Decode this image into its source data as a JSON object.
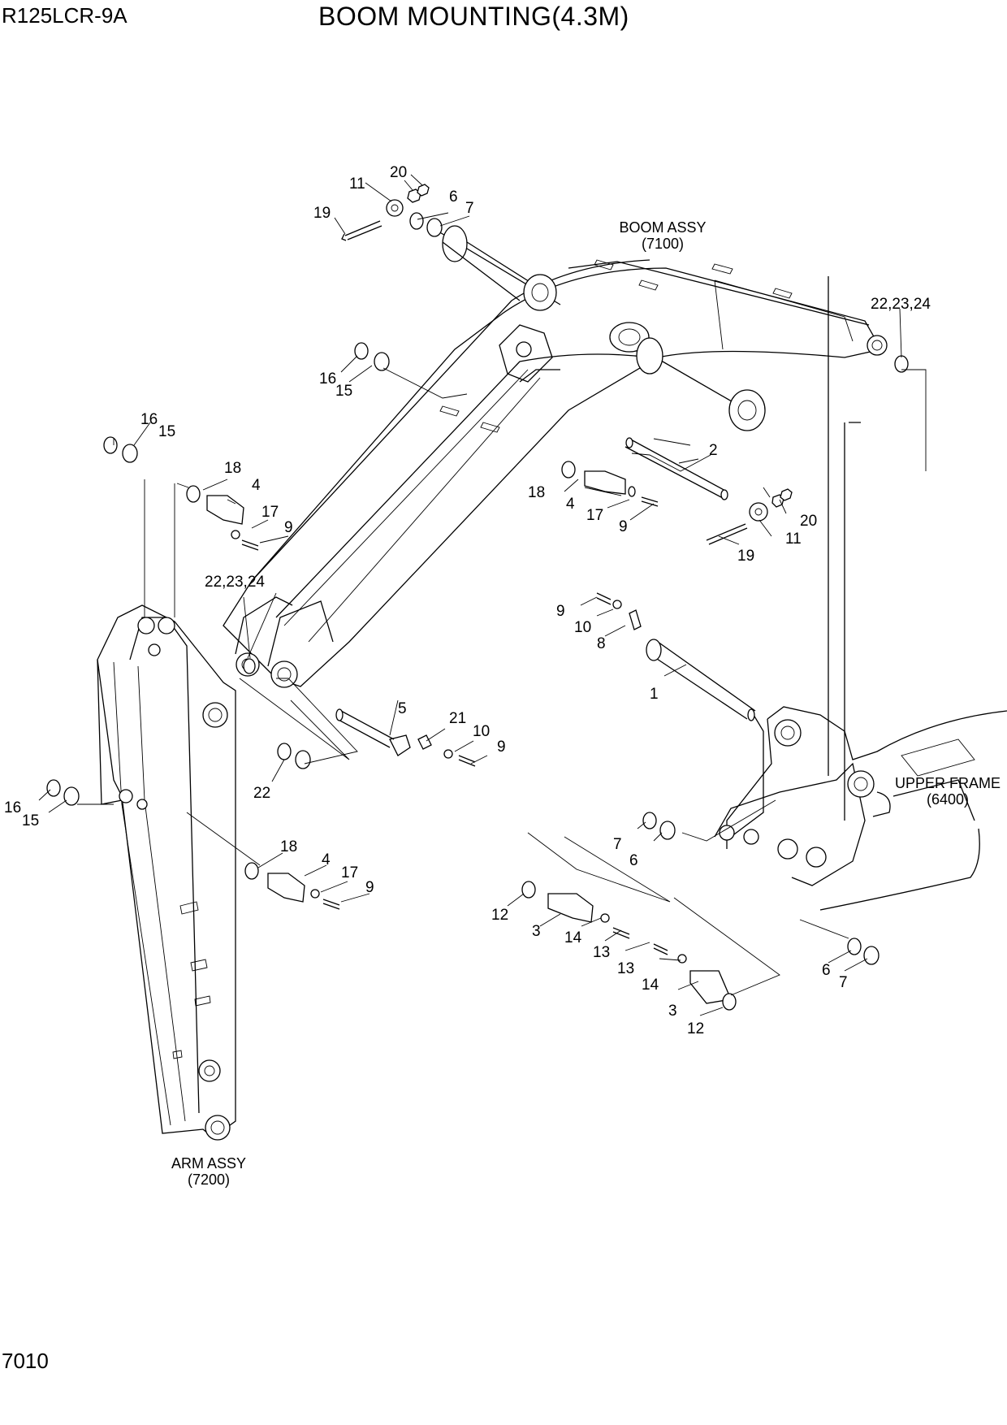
{
  "header": {
    "model": "R125LCR-9A",
    "title": "BOOM MOUNTING(4.3M)"
  },
  "footer": {
    "page_number": "7010"
  },
  "assemblies": {
    "boom": {
      "name": "BOOM ASSY",
      "ref": "(7100)"
    },
    "arm": {
      "name": "ARM ASSY",
      "ref": "(7200)"
    },
    "upper_frame": {
      "name": "UPPER FRAME",
      "ref": "(6400)"
    }
  },
  "callouts": [
    "20",
    "11",
    "6",
    "7",
    "19",
    "22,23,24",
    "16",
    "15",
    "2",
    "18",
    "4",
    "17",
    "9",
    "20",
    "11",
    "19",
    "16",
    "15",
    "18",
    "4",
    "17",
    "9",
    "22,23,24",
    "9",
    "10",
    "8",
    "1",
    "5",
    "21",
    "10",
    "9",
    "22",
    "16",
    "15",
    "18",
    "4",
    "17",
    "9",
    "7",
    "6",
    "12",
    "3",
    "14",
    "13",
    "13",
    "14",
    "3",
    "12",
    "6",
    "7"
  ],
  "colors": {
    "line": "#000000",
    "background": "#ffffff"
  }
}
